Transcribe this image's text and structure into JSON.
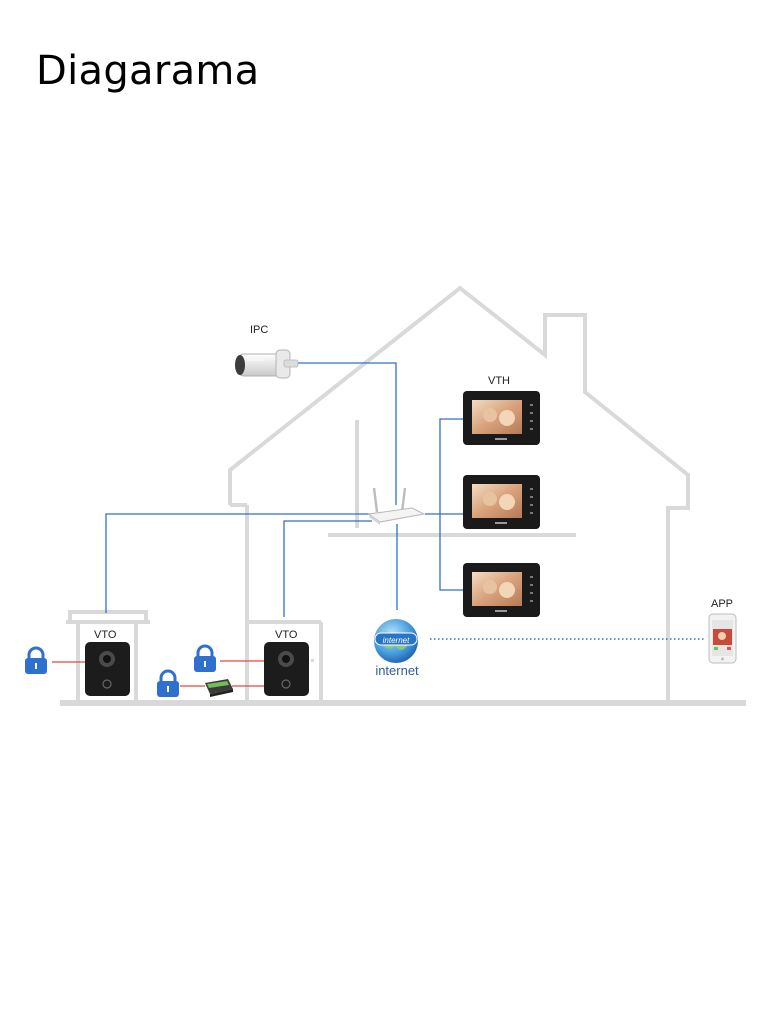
{
  "page": {
    "title": "Diagarama"
  },
  "labels": {
    "ipc": "IPC",
    "vth": "VTH",
    "vto_left": "VTO",
    "vto_right": "VTO",
    "app": "APP",
    "internet_badge": "internet",
    "internet_text": "internet"
  },
  "colors": {
    "house_outline": "#d9d9d9",
    "network_line": "#2f6fd0",
    "lock_line": "#e04b3a",
    "app_link": "#2f6fd0",
    "lock_icon": "#2f6fd0"
  },
  "icons": [
    "camera-icon",
    "router-icon",
    "monitor-icon",
    "door-station-icon",
    "lock-icon",
    "controller-icon",
    "globe-icon",
    "phone-icon"
  ]
}
